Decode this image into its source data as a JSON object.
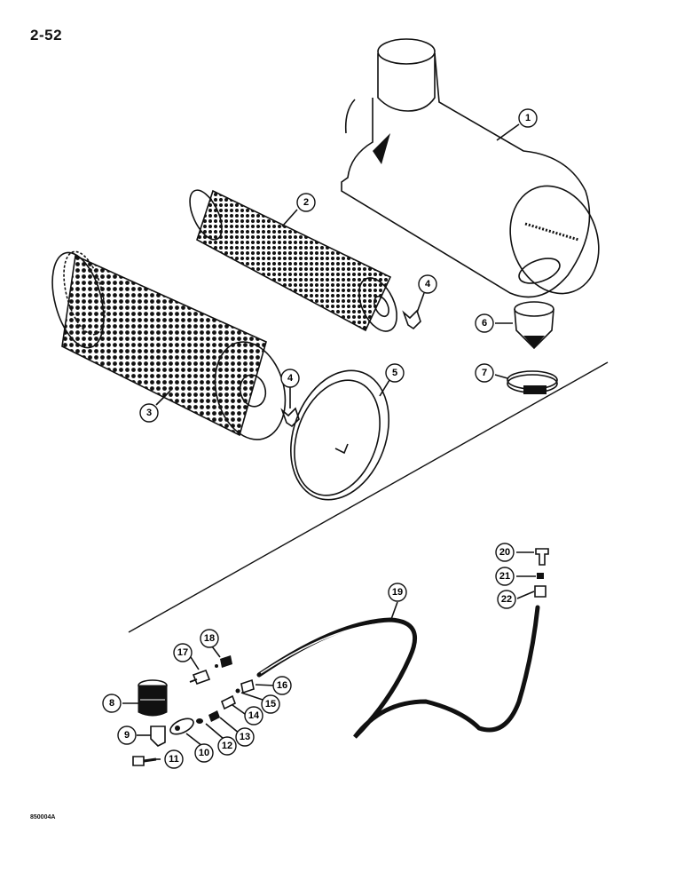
{
  "page": {
    "number": "2-52",
    "figure_code": "850004A"
  },
  "callouts": [
    {
      "label": "1"
    },
    {
      "label": "2"
    },
    {
      "label": "3"
    },
    {
      "label": "4"
    },
    {
      "label": "4"
    },
    {
      "label": "5"
    },
    {
      "label": "6"
    },
    {
      "label": "7"
    },
    {
      "label": "8"
    },
    {
      "label": "9"
    },
    {
      "label": "10"
    },
    {
      "label": "11"
    },
    {
      "label": "12"
    },
    {
      "label": "13"
    },
    {
      "label": "14"
    },
    {
      "label": "15"
    },
    {
      "label": "16"
    },
    {
      "label": "17"
    },
    {
      "label": "18"
    },
    {
      "label": "19"
    },
    {
      "label": "20"
    },
    {
      "label": "21"
    },
    {
      "label": "22"
    }
  ]
}
